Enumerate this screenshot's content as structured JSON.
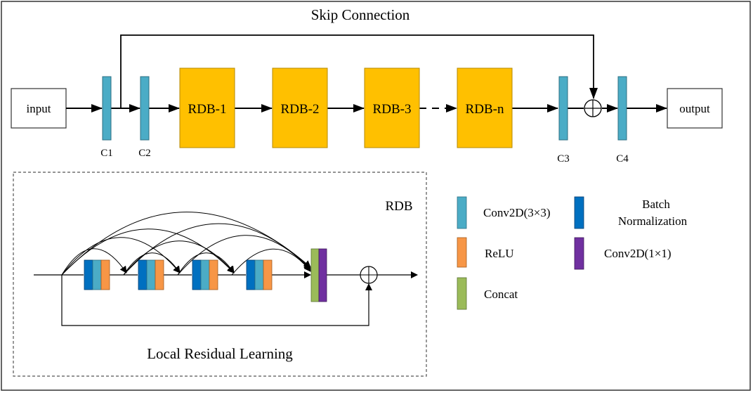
{
  "title": "Skip Connection",
  "pipeline": {
    "input_label": "input",
    "output_label": "output",
    "conv_labels": [
      "C1",
      "C2",
      "C3",
      "C4"
    ],
    "rdb_blocks": [
      "RDB-1",
      "RDB-2",
      "RDB-3",
      "RDB-n"
    ]
  },
  "rdb_detail": {
    "title": "RDB",
    "caption": "Local Residual Learning"
  },
  "legend": {
    "conv3": "Conv2D(3×3)",
    "relu": "ReLU",
    "concat": "Concat",
    "bn_line1": "Batch",
    "bn_line2": "Normalization",
    "conv1": "Conv2D(1×1)"
  },
  "colors": {
    "conv3": "#4bacc6",
    "bn": "#0070c0",
    "relu": "#f79646",
    "concat": "#9bbb59",
    "conv1": "#7030a0",
    "rdb_block": "#ffc000"
  }
}
